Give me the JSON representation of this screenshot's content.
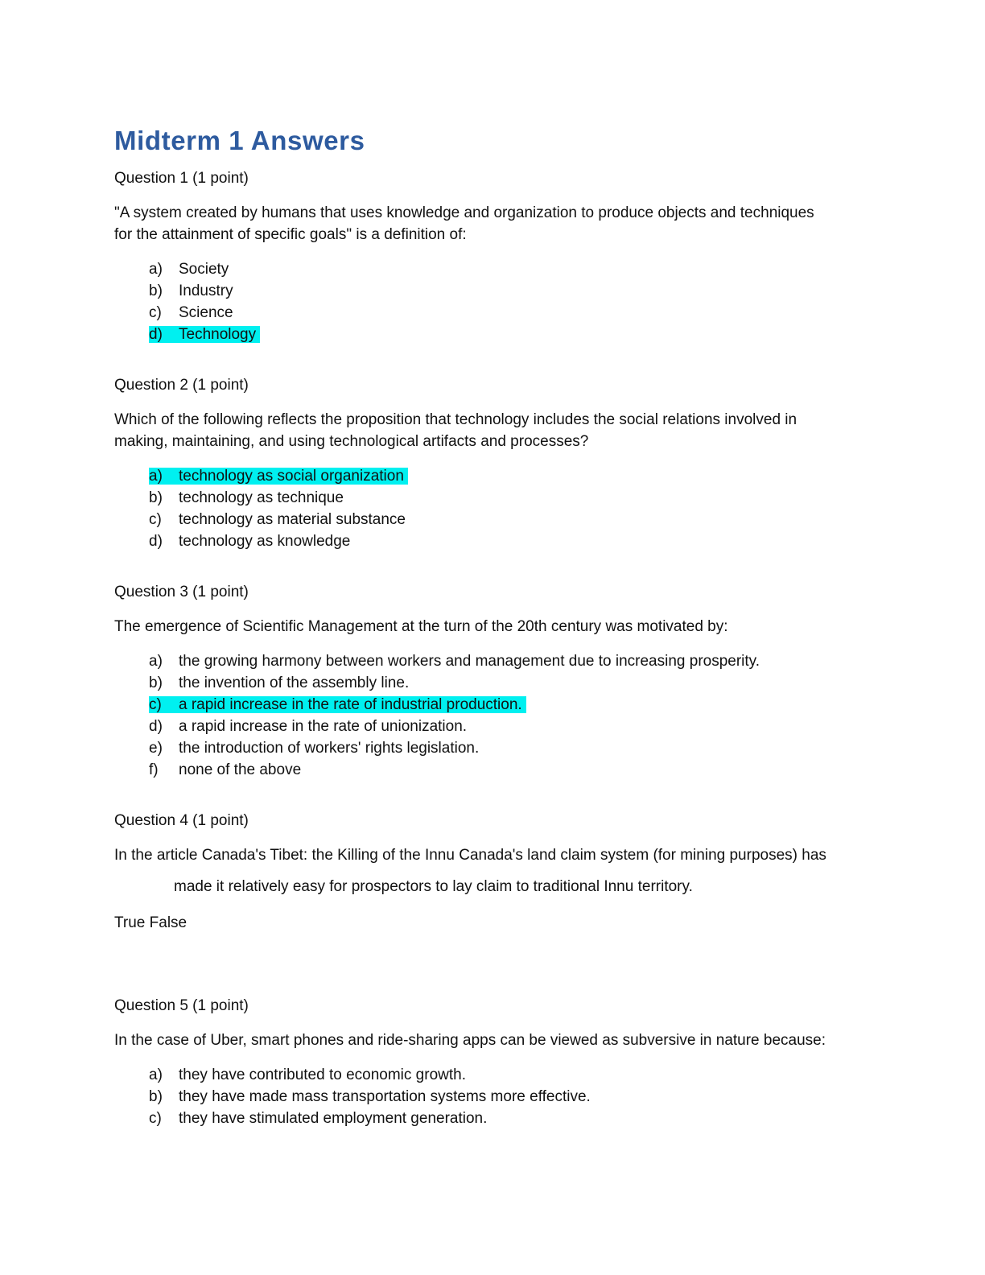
{
  "document": {
    "title": "Midterm 1 Answers",
    "colors": {
      "title": "#2e5b9f",
      "highlight": "#00f0f0",
      "text": "#111111"
    },
    "questions": [
      {
        "label": "Question 1 (1 point)",
        "paragraphs": [
          {
            "style": "",
            "lines": [
              "\"A system created by humans that uses knowledge and organization to produce objects and techniques",
              "for the attainment of specific goals\" is a definition of:"
            ]
          }
        ],
        "options": [
          {
            "letter": "a)",
            "text": "Society",
            "highlighted": false
          },
          {
            "letter": "b)",
            "text": "Industry",
            "highlighted": false
          },
          {
            "letter": "c)",
            "text": "Science",
            "highlighted": false
          },
          {
            "letter": "d)",
            "text": "Technology",
            "highlighted": true
          }
        ]
      },
      {
        "label": "Question 2 (1 point)",
        "paragraphs": [
          {
            "style": "",
            "lines": [
              "Which of the following reflects the proposition that technology includes the social relations involved in",
              "making, maintaining, and using technological artifacts and processes?"
            ]
          }
        ],
        "options": [
          {
            "letter": "a)",
            "text": "technology as social organization",
            "highlighted": true
          },
          {
            "letter": "b)",
            "text": "technology as technique",
            "highlighted": false
          },
          {
            "letter": "c)",
            "text": "technology as material substance",
            "highlighted": false
          },
          {
            "letter": "d)",
            "text": "technology as knowledge",
            "highlighted": false
          }
        ]
      },
      {
        "label": "Question 3 (1 point)",
        "paragraphs": [
          {
            "style": "",
            "lines": [
              "The emergence of Scientific Management at the turn of the 20th century was motivated by:"
            ]
          }
        ],
        "options": [
          {
            "letter": "a)",
            "text": "the growing harmony between workers and management due to increasing prosperity.",
            "highlighted": false
          },
          {
            "letter": "b)",
            "text": "the invention of the assembly line.",
            "highlighted": false
          },
          {
            "letter": "c)",
            "text": "a rapid increase in the rate of industrial production.",
            "highlighted": true
          },
          {
            "letter": "d)",
            "text": "a rapid increase in the rate of unionization.",
            "highlighted": false
          },
          {
            "letter": "e)",
            "text": "the introduction of workers' rights legislation.",
            "highlighted": false
          },
          {
            "letter": "f)",
            "text": "none of the above",
            "highlighted": false
          }
        ]
      },
      {
        "label": "Question 4 (1 point)",
        "paragraphs": [
          {
            "style": "",
            "lines": [
              "In the article Canada's Tibet: the Killing of the Innu Canada's land claim system (for mining purposes) has"
            ]
          },
          {
            "style": "indent",
            "lines": [
              "made it relatively easy for prospectors to lay claim to traditional Innu territory."
            ]
          },
          {
            "style": "footer",
            "lines": [
              "True False"
            ]
          }
        ],
        "options": []
      },
      {
        "label": "Question 5 (1 point)",
        "paragraphs": [
          {
            "style": "",
            "lines": [
              "In the case of Uber, smart phones and ride-sharing apps can be viewed as subversive in nature because:"
            ]
          }
        ],
        "options": [
          {
            "letter": "a)",
            "text": "they have contributed to economic growth.",
            "highlighted": false
          },
          {
            "letter": "b)",
            "text": "they have made mass transportation systems more effective.",
            "highlighted": false
          },
          {
            "letter": "c)",
            "text": "they have stimulated employment generation.",
            "highlighted": false
          }
        ]
      }
    ]
  }
}
